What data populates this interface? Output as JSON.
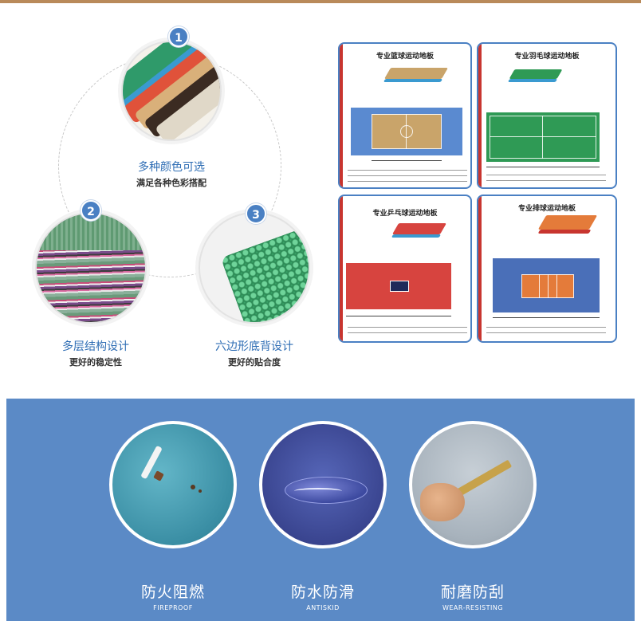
{
  "features": [
    {
      "number": "1",
      "title": "多种颜色可选",
      "subtitle": "满足各种色彩搭配"
    },
    {
      "number": "2",
      "title": "多层结构设计",
      "subtitle": "更好的稳定性"
    },
    {
      "number": "3",
      "title": "六边形底背设计",
      "subtitle": "更好的贴合度"
    }
  ],
  "courts": [
    {
      "title": "专业篮球运动地板",
      "court_color": "#c9a46a",
      "surround_color": "#5a8ad0",
      "edge_color": "#c8352f"
    },
    {
      "title": "专业羽毛球运动地板",
      "court_color": "#2f9a55",
      "surround_color": "#2f9a55",
      "edge_color": "#c8352f"
    },
    {
      "title": "专业乒乓球运动地板",
      "court_color": "#d7443f",
      "surround_color": "#d7443f",
      "edge_color": "#c8352f"
    },
    {
      "title": "专业排球运动地板",
      "court_color": "#e47b3a",
      "surround_color": "#4a6fb8",
      "edge_color": "#c8352f"
    }
  ],
  "properties": [
    {
      "title": "防火阻燃",
      "subtitle": "FIREPROOF"
    },
    {
      "title": "防水防滑",
      "subtitle": "ANTISKID"
    },
    {
      "title": "耐磨防刮",
      "subtitle": "WEAR-RESISTING"
    }
  ],
  "colors": {
    "accent": "#4a80c3",
    "feature_title": "#2e6db4",
    "lower_background": "#5b8ac6",
    "top_strip": "#b98a5a"
  }
}
